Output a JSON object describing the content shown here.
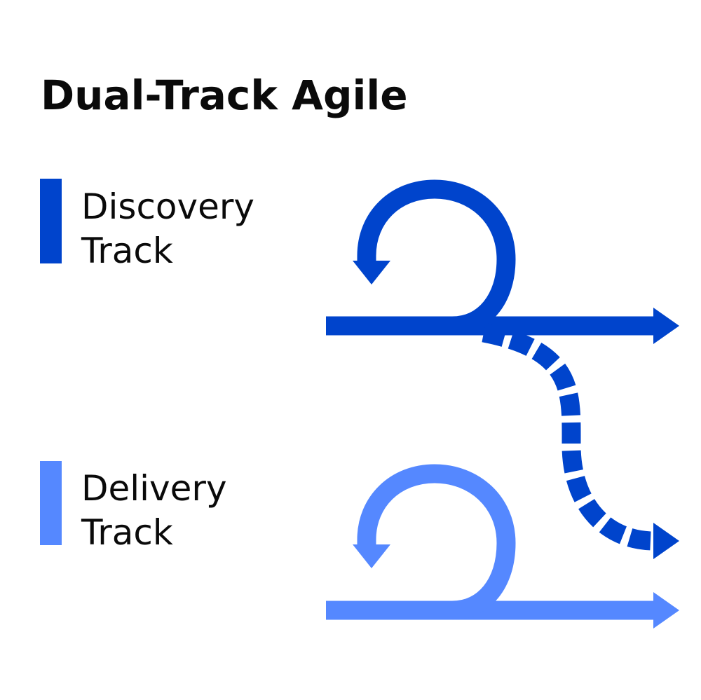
{
  "title": "Dual-Track Agile",
  "colors": {
    "discovery": "#0044cc",
    "delivery": "#5588ff",
    "text": "#0a0a0a",
    "background": "#ffffff"
  },
  "tracks": [
    {
      "id": "discovery",
      "label_line1": "Discovery",
      "label_line2": "Track",
      "color": "#0044cc"
    },
    {
      "id": "delivery",
      "label_line1": "Delivery",
      "label_line2": "Track",
      "color": "#5588ff"
    }
  ],
  "handoff": {
    "from": "discovery",
    "to": "delivery",
    "style": "dashed"
  }
}
